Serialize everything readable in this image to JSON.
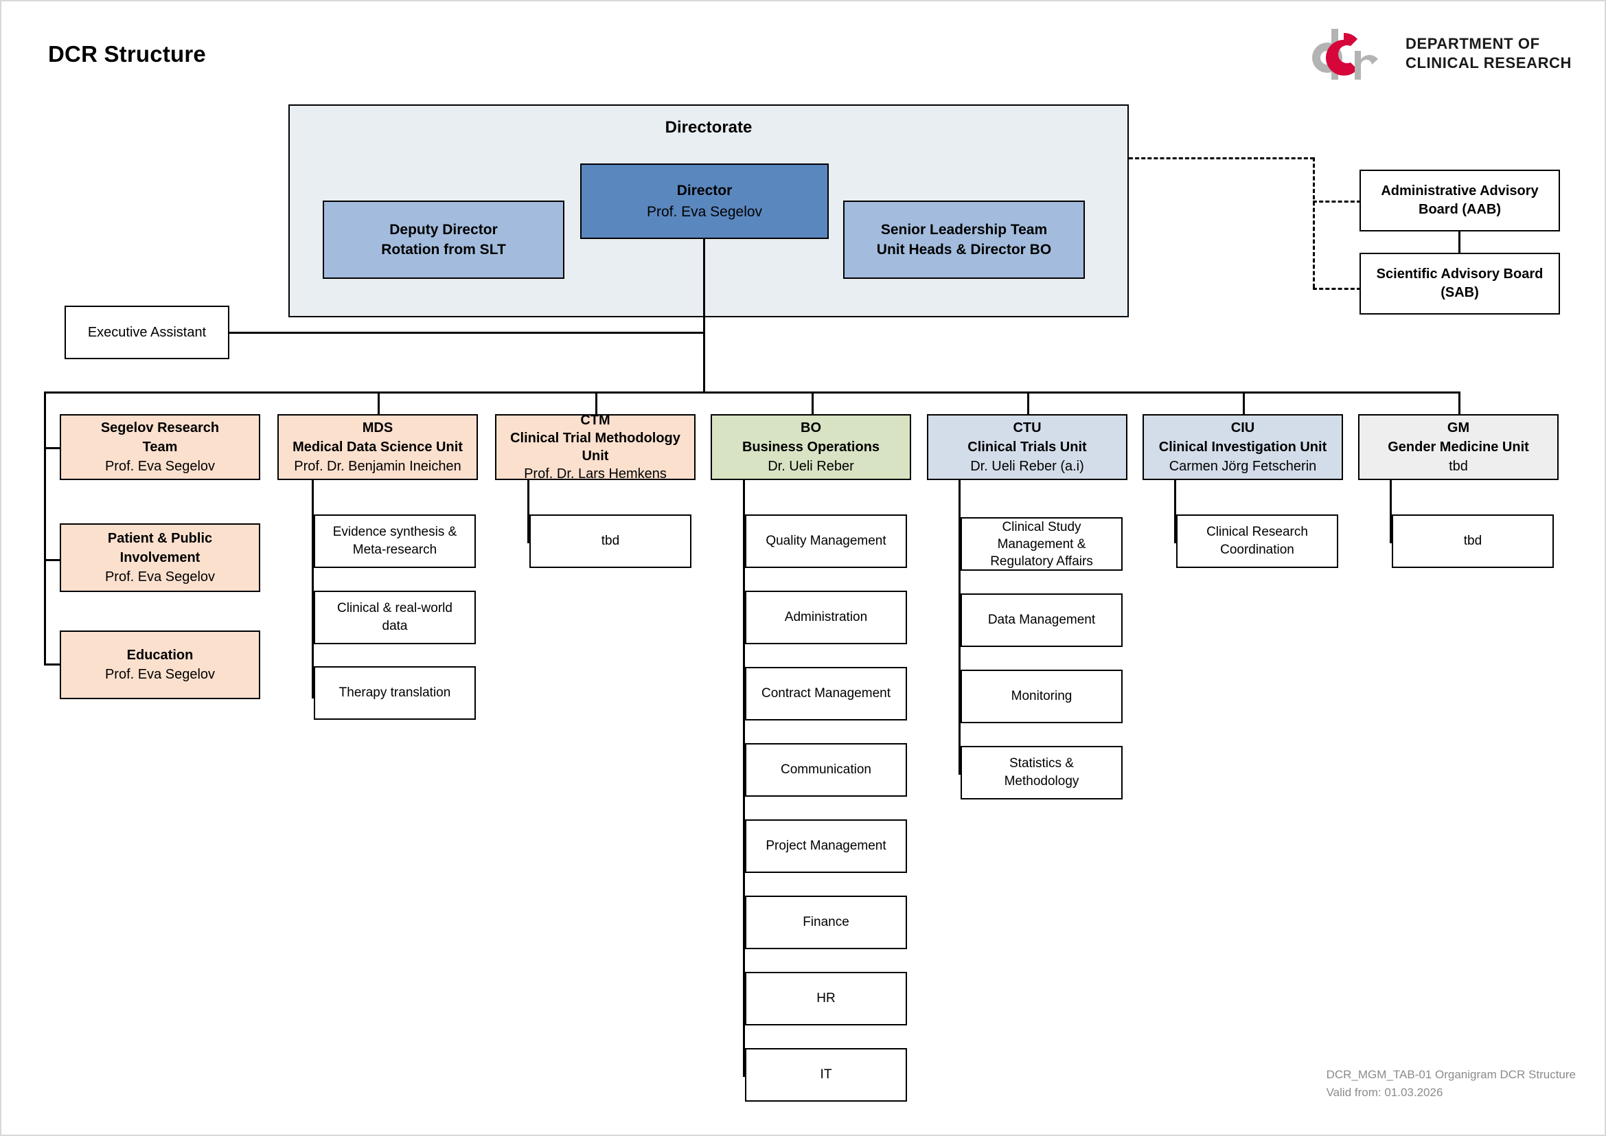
{
  "page": {
    "title": "DCR Structure",
    "logo": {
      "text_line1": "DEPARTMENT OF",
      "text_line2": "CLINICAL RESEARCH",
      "mark_red": "#d6053a",
      "mark_gray": "#b3b3b3"
    }
  },
  "directorate": {
    "panel_title": "Directorate",
    "director": {
      "title": "Director",
      "sub": "Prof. Eva Segelov"
    },
    "deputy_director": {
      "title": "Deputy Director",
      "sub": "Rotation from SLT"
    },
    "slt": {
      "title": "Senior Leadership Team",
      "sub": "Unit Heads & Director BO"
    }
  },
  "advisory_boards": [
    {
      "line1": "Administrative Advisory",
      "line2": "Board (AAB)"
    },
    {
      "line1": "Scientific Advisory Board",
      "line2": "(SAB)"
    }
  ],
  "executive_assistant": {
    "label": "Executive Assistant"
  },
  "columns": [
    {
      "key": "segelov",
      "head": {
        "line1": "Segelov Research",
        "line2": "Team",
        "sub": "Prof. Eva Segelov",
        "color": "#fbe0ce"
      },
      "siblings": [
        {
          "line1": "Patient & Public",
          "line2": "Involvement",
          "sub": "Prof. Eva Segelov",
          "color": "#fbe0ce"
        },
        {
          "line1": "Education",
          "line2": "",
          "sub": "Prof. Eva Segelov",
          "color": "#fbe0ce"
        }
      ],
      "children": []
    },
    {
      "key": "mds",
      "head": {
        "line1": "MDS",
        "line2": "Medical Data Science Unit",
        "sub": "Prof. Dr. Benjamin Ineichen",
        "color": "#fbe0ce"
      },
      "siblings": [],
      "children": [
        {
          "line1": "Evidence synthesis &",
          "line2": "Meta-research"
        },
        {
          "line1": "Clinical & real-world",
          "line2": "data"
        },
        {
          "line1": "Therapy translation",
          "line2": ""
        }
      ]
    },
    {
      "key": "ctm",
      "head": {
        "line1": "CTM",
        "line2": "Clinical Trial Methodology Unit",
        "sub": "Prof. Dr. Lars Hemkens",
        "color": "#fbe0ce"
      },
      "siblings": [],
      "children": [
        {
          "line1": "tbd",
          "line2": ""
        }
      ]
    },
    {
      "key": "bo",
      "head": {
        "line1": "BO",
        "line2": "Business Operations",
        "sub": "Dr. Ueli Reber",
        "color": "#d7e3c3"
      },
      "siblings": [],
      "children": [
        {
          "line1": "Quality Management",
          "line2": ""
        },
        {
          "line1": "Administration",
          "line2": ""
        },
        {
          "line1": "Contract Management",
          "line2": ""
        },
        {
          "line1": "Communication",
          "line2": ""
        },
        {
          "line1": "Project Management",
          "line2": ""
        },
        {
          "line1": "Finance",
          "line2": ""
        },
        {
          "line1": "HR",
          "line2": ""
        },
        {
          "line1": "IT",
          "line2": ""
        }
      ]
    },
    {
      "key": "ctu",
      "head": {
        "line1": "CTU",
        "line2": "Clinical Trials Unit",
        "sub": "Dr. Ueli Reber (a.i)",
        "color": "#d3dde9"
      },
      "siblings": [],
      "children": [
        {
          "line1": "Clinical Study",
          "line2": "Management &",
          "line3": "Regulatory Affairs"
        },
        {
          "line1": "Data Management",
          "line2": ""
        },
        {
          "line1": "Monitoring",
          "line2": ""
        },
        {
          "line1": "Statistics &",
          "line2": "Methodology"
        }
      ]
    },
    {
      "key": "ciu",
      "head": {
        "line1": "CIU",
        "line2": "Clinical Investigation Unit",
        "sub": "Carmen Jörg Fetscherin",
        "color": "#d3dde9"
      },
      "siblings": [],
      "children": [
        {
          "line1": "Clinical Research",
          "line2": "Coordination"
        }
      ]
    },
    {
      "key": "gm",
      "head": {
        "line1": "GM",
        "line2": "Gender Medicine Unit",
        "sub": "tbd",
        "color": "#eeeeee"
      },
      "siblings": [],
      "children": [
        {
          "line1": "tbd",
          "line2": ""
        }
      ]
    }
  ],
  "footer": {
    "line1": "DCR_MGM_TAB-01  Organigram DCR Structure",
    "line2": "Valid from:  01.03.2026"
  }
}
